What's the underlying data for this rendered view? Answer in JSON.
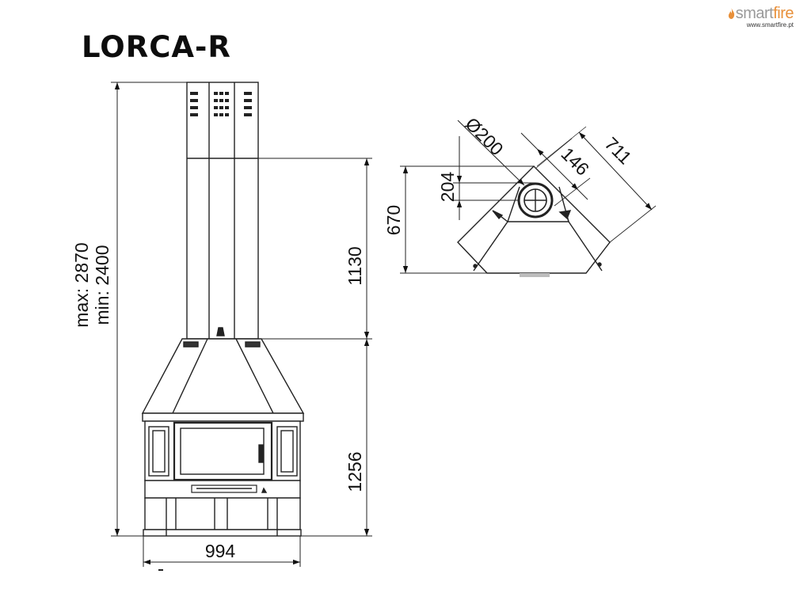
{
  "title": "LORCA-R",
  "brand": {
    "name_part1": "smart",
    "name_part2": "fire",
    "url": "www.smartfire.pt",
    "accent_color": "#e8903a",
    "logo_icon": "flame-icon"
  },
  "front_view": {
    "dim_total_height_max": "max: 2870",
    "dim_total_height_min": "min: 2400",
    "dim_chimney": "1130",
    "dim_body_height": "1256",
    "dim_width": "994"
  },
  "top_view": {
    "dim_diameter": "Ø200",
    "dim_146": "146",
    "dim_711": "711",
    "dim_204": "204",
    "dim_670": "670"
  }
}
